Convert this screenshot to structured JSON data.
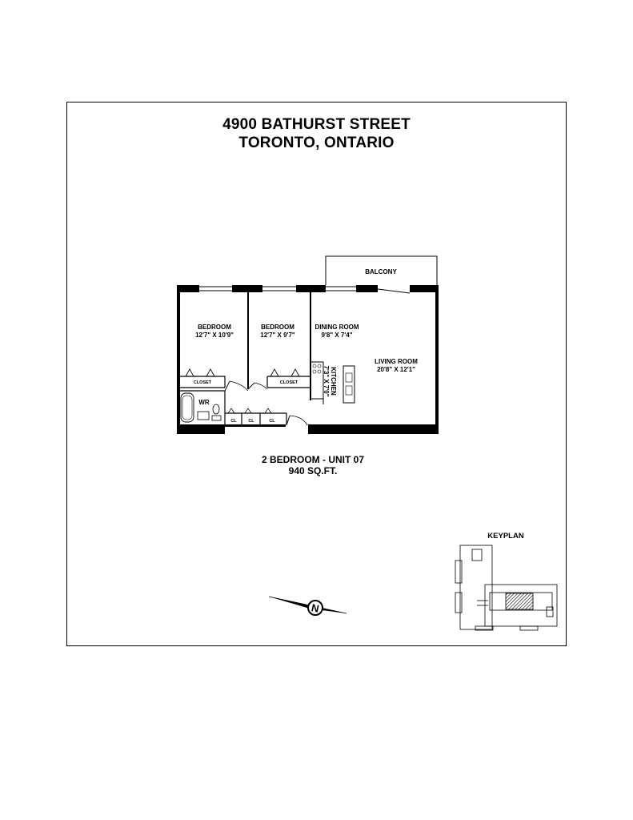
{
  "header": {
    "address_line1": "4900 BATHURST STREET",
    "address_line2": "TORONTO, ONTARIO"
  },
  "unit": {
    "type_label": "2 BEDROOM - UNIT 07",
    "area_label": "940 SQ.FT."
  },
  "rooms": {
    "bedroom1": {
      "name": "BEDROOM",
      "size": "12'7\" X 10'9\""
    },
    "bedroom2": {
      "name": "BEDROOM",
      "size": "12'7\" X 9'7\""
    },
    "dining": {
      "name": "DINING ROOM",
      "size": "9'8\" X 7'4\""
    },
    "living": {
      "name": "LIVING ROOM",
      "size": "20'8\" X 12'1\""
    },
    "kitchen": {
      "name": "KITCHEN",
      "size": "7'3\" X 7'0\""
    },
    "balcony": {
      "name": "BALCONY"
    },
    "washroom": {
      "name": "WR"
    },
    "closet1": {
      "name": "CLOSET"
    },
    "closet2": {
      "name": "CLOSET"
    },
    "cl1": {
      "name": "CL"
    },
    "cl2": {
      "name": "CL"
    },
    "cl3": {
      "name": "CL"
    }
  },
  "keyplan": {
    "title": "KEYPLAN"
  },
  "compass": {
    "letter": "N"
  }
}
